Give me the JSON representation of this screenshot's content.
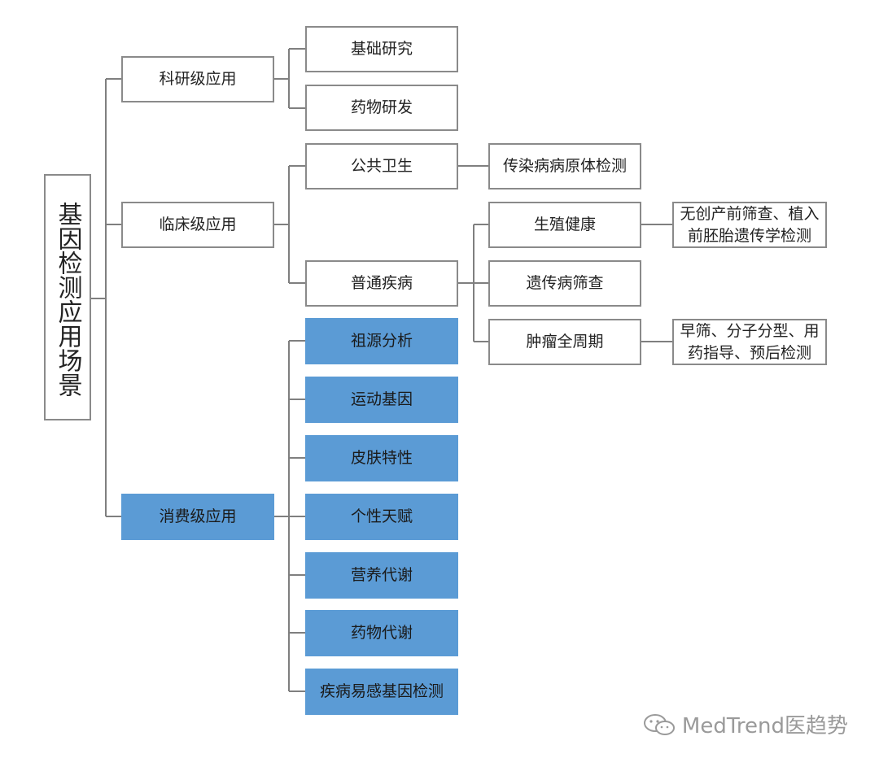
{
  "root": "基因检测应用场景",
  "research": {
    "label": "科研级应用",
    "items": [
      "基础研究",
      "药物研发"
    ]
  },
  "clinical": {
    "label": "临床级应用",
    "public_health": {
      "label": "公共卫生",
      "child": "传染病病原体检测"
    },
    "common_disease": {
      "label": "普通疾病",
      "reproductive": {
        "label": "生殖健康",
        "child": "无创产前筛查、植入前胚胎遗传学检测"
      },
      "genetic_screening": "遗传病筛查",
      "tumor": {
        "label": "肿瘤全周期",
        "child": "早筛、分子分型、用药指导、预后检测"
      }
    }
  },
  "consumer": {
    "label": "消费级应用",
    "items": [
      "祖源分析",
      "运动基因",
      "皮肤特性",
      "个性天赋",
      "营养代谢",
      "药物代谢",
      "疾病易感基因检测"
    ]
  },
  "watermark": "MedTrend医趋势",
  "colors": {
    "consumer_fill": "#5b9bd5",
    "border": "#8a8a8a",
    "line": "#7f7f7f"
  }
}
